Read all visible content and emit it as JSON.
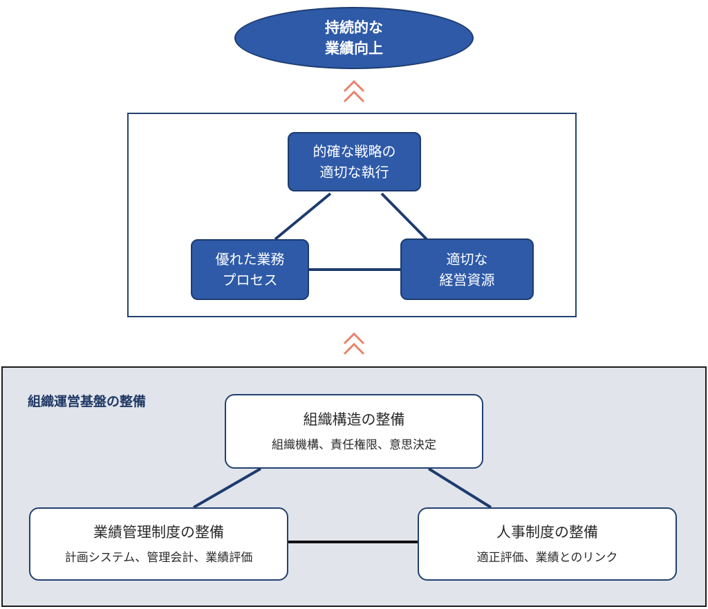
{
  "goal": {
    "line1": "持続的な",
    "line2": "業績向上"
  },
  "success_factors": {
    "strategy": {
      "line1": "的確な戦略の",
      "line2": "適切な執行"
    },
    "process": {
      "line1": "優れた業務",
      "line2": "プロセス"
    },
    "resources": {
      "line1": "適切な",
      "line2": "経営資源"
    }
  },
  "foundation": {
    "title": "組織運営基盤の整備",
    "org": {
      "title": "組織構造の整備",
      "detail": "組織機構、責任権限、意思決定"
    },
    "performance": {
      "title": "業績管理制度の整備",
      "detail": "計画システム、管理会計、業績評価"
    },
    "hr": {
      "title": "人事制度の整備",
      "detail": "適正評価、業績とのリンク"
    }
  },
  "colors": {
    "primary_blue": "#2e5aa8",
    "dark_navy": "#1d3b6e",
    "chevron": "#e8826a",
    "panel_bg": "#e1e4ea"
  }
}
